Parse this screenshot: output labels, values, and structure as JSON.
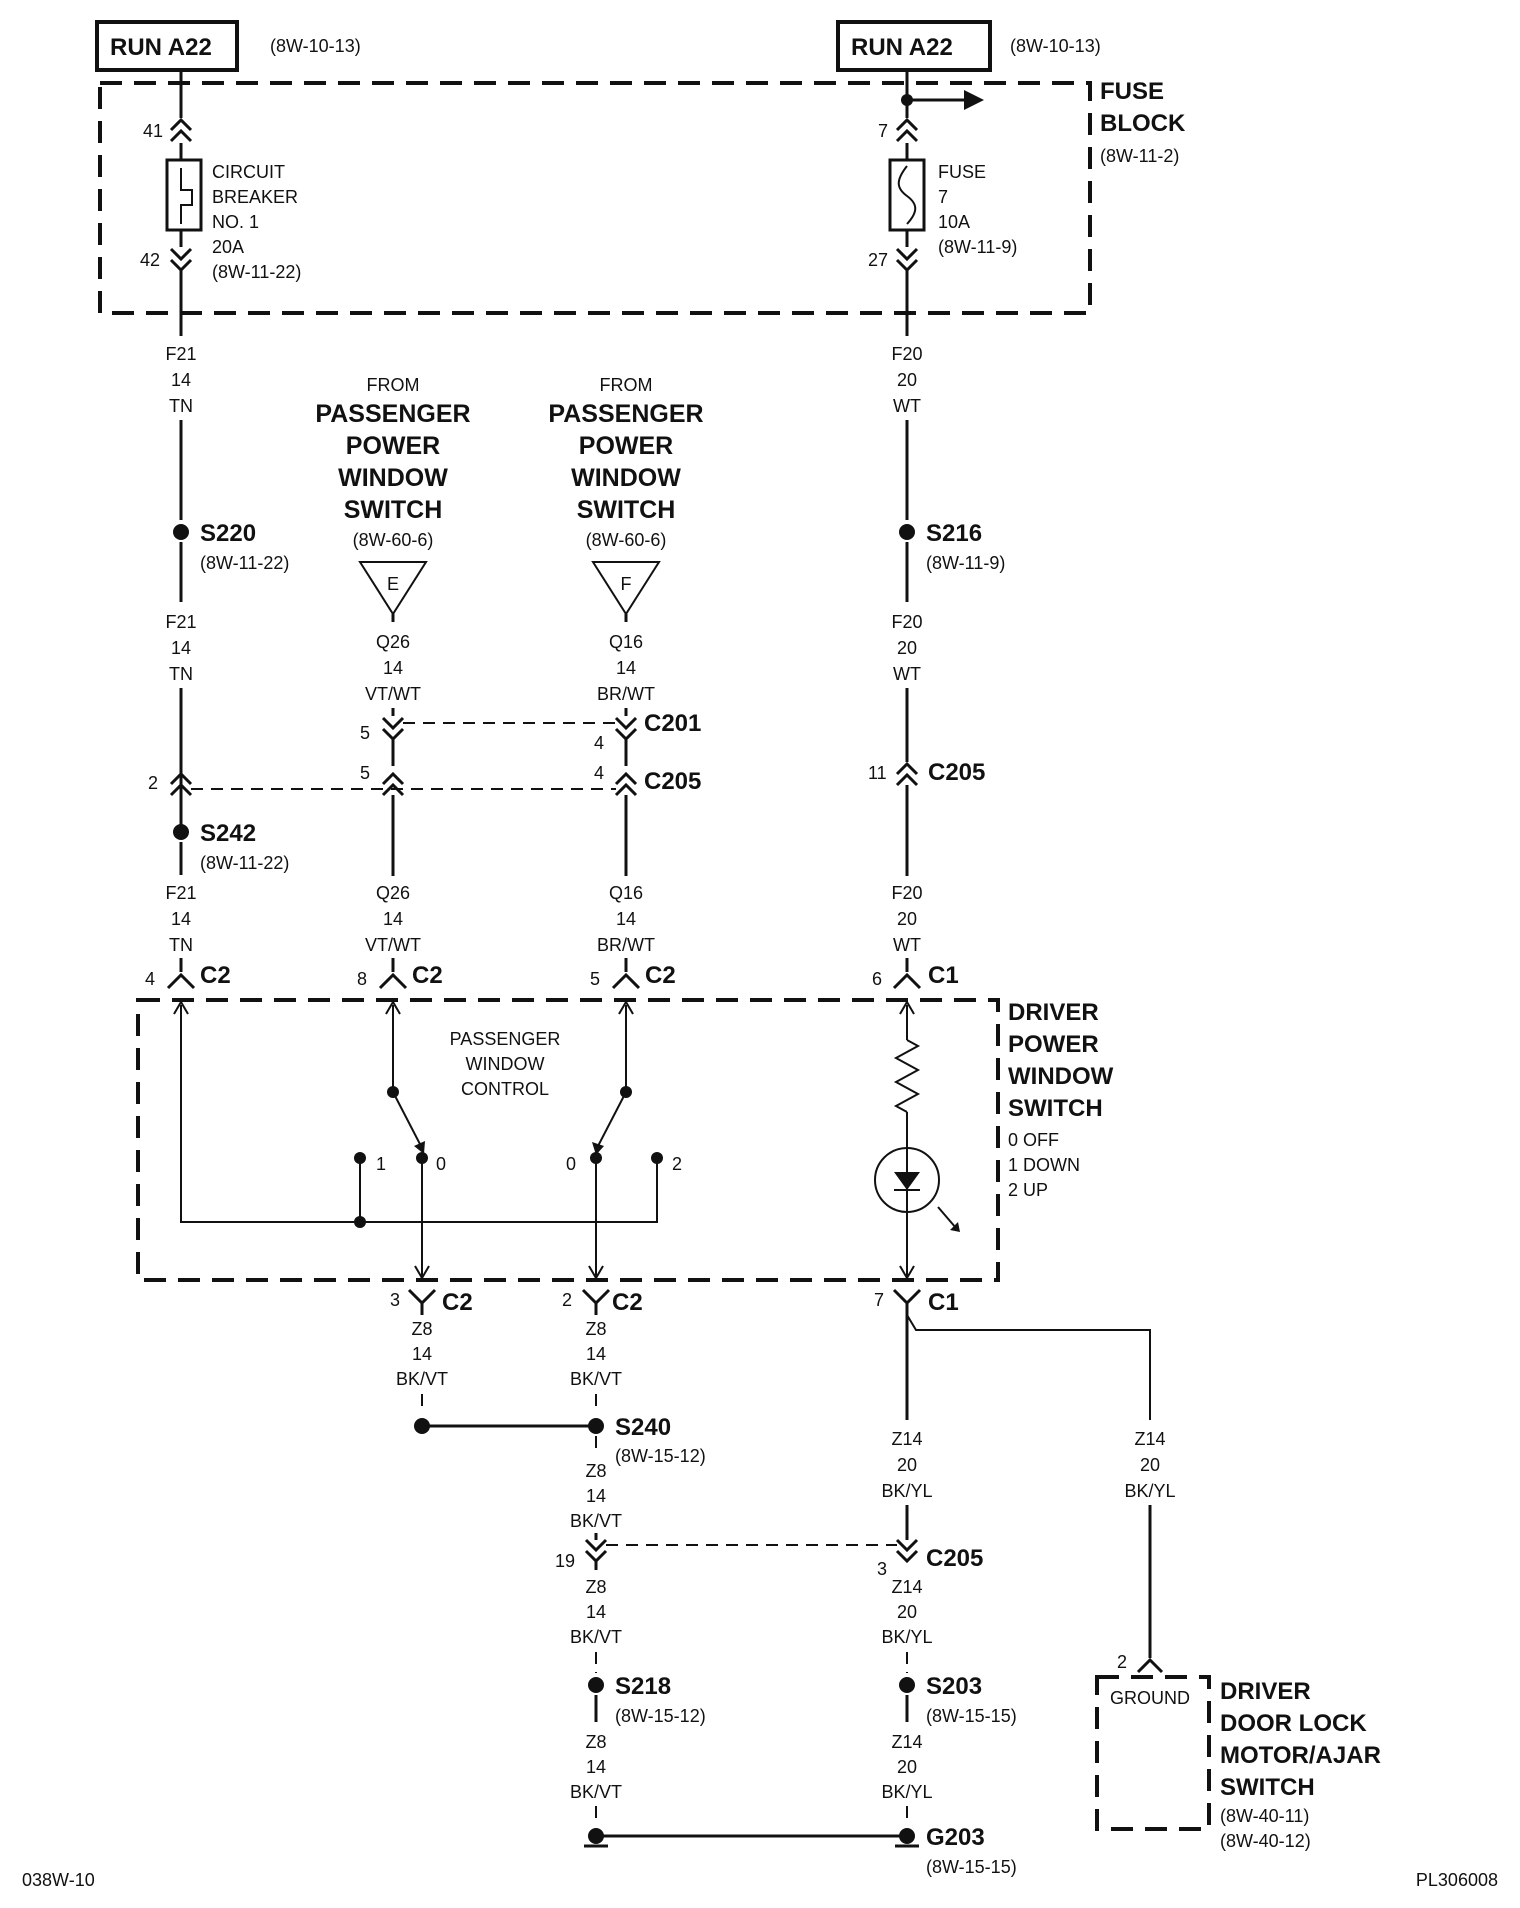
{
  "page": {
    "footer_left": "038W-10",
    "footer_right": "PL306008"
  },
  "power_sources": [
    {
      "label": "RUN A22",
      "ref": "(8W-10-13)"
    },
    {
      "label": "RUN A22",
      "ref": "(8W-10-13)"
    }
  ],
  "fuse_block": {
    "title_line1": "FUSE",
    "title_line2": "BLOCK",
    "ref": "(8W-11-2)",
    "breaker": {
      "pin_in": "41",
      "pin_out": "42",
      "line1": "CIRCUIT",
      "line2": "BREAKER",
      "line3": "NO. 1",
      "line4": "20A",
      "line5": "(8W-11-22)"
    },
    "fuse": {
      "pin_in": "7",
      "pin_out": "27",
      "line1": "FUSE",
      "line2": "7",
      "line3": "10A",
      "line4": "(8W-11-9)"
    }
  },
  "wires": {
    "f21_a": [
      "F21",
      "14",
      "TN"
    ],
    "f21_b": [
      "F21",
      "14",
      "TN"
    ],
    "f21_c": [
      "F21",
      "14",
      "TN"
    ],
    "f20_a": [
      "F20",
      "20",
      "WT"
    ],
    "f20_b": [
      "F20",
      "20",
      "WT"
    ],
    "f20_c": [
      "F20",
      "20",
      "WT"
    ],
    "q26_a": [
      "Q26",
      "14",
      "VT/WT"
    ],
    "q26_b": [
      "Q26",
      "14",
      "VT/WT"
    ],
    "q16_a": [
      "Q16",
      "14",
      "BR/WT"
    ],
    "q16_b": [
      "Q16",
      "14",
      "BR/WT"
    ],
    "z8_a": [
      "Z8",
      "14",
      "BK/VT"
    ],
    "z8_b": [
      "Z8",
      "14",
      "BK/VT"
    ],
    "z8_c": [
      "Z8",
      "14",
      "BK/VT"
    ],
    "z8_d": [
      "Z8",
      "14",
      "BK/VT"
    ],
    "z8_e": [
      "Z8",
      "14",
      "BK/VT"
    ],
    "z14_a": [
      "Z14",
      "20",
      "BK/YL"
    ],
    "z14_b": [
      "Z14",
      "20",
      "BK/YL"
    ],
    "z14_c": [
      "Z14",
      "20",
      "BK/YL"
    ],
    "z14_d": [
      "Z14",
      "20",
      "BK/YL"
    ]
  },
  "from_blocks": [
    {
      "from": "FROM",
      "l1": "PASSENGER",
      "l2": "POWER",
      "l3": "WINDOW",
      "l4": "SWITCH",
      "ref": "(8W-60-6)",
      "tag": "E"
    },
    {
      "from": "FROM",
      "l1": "PASSENGER",
      "l2": "POWER",
      "l3": "WINDOW",
      "l4": "SWITCH",
      "ref": "(8W-60-6)",
      "tag": "F"
    }
  ],
  "splices": {
    "s220": {
      "name": "S220",
      "ref": "(8W-11-22)"
    },
    "s216": {
      "name": "S216",
      "ref": "(8W-11-9)"
    },
    "s242": {
      "name": "S242",
      "ref": "(8W-11-22)"
    },
    "s240": {
      "name": "S240",
      "ref": "(8W-15-12)"
    },
    "s218": {
      "name": "S218",
      "ref": "(8W-15-12)"
    },
    "s203": {
      "name": "S203",
      "ref": "(8W-15-15)"
    },
    "g203": {
      "name": "G203",
      "ref": "(8W-15-15)"
    }
  },
  "connectors": {
    "c201": {
      "name": "C201",
      "pin_left": "5",
      "pin_right": "4"
    },
    "c205_top": {
      "name": "C205",
      "pin_a": "2",
      "pin_b": "5",
      "pin_c": "4"
    },
    "c205_right": {
      "name": "C205",
      "pin": "11"
    },
    "c2_top": [
      {
        "pin": "4",
        "name": "C2"
      },
      {
        "pin": "8",
        "name": "C2"
      },
      {
        "pin": "5",
        "name": "C2"
      }
    ],
    "c1_top": {
      "pin": "6",
      "name": "C1"
    },
    "c2_bottom": [
      {
        "pin": "3",
        "name": "C2"
      },
      {
        "pin": "2",
        "name": "C2"
      }
    ],
    "c1_bottom": {
      "pin": "7",
      "name": "C1"
    },
    "c205_bottom": {
      "name": "C205",
      "pin_left": "19",
      "pin_right": "3"
    }
  },
  "driver_switch": {
    "l1": "DRIVER",
    "l2": "POWER",
    "l3": "WINDOW",
    "l4": "SWITCH",
    "pos0": "0 OFF",
    "pos1": "1 DOWN",
    "pos2": "2 UP",
    "ctrl1": "PASSENGER",
    "ctrl2": "WINDOW",
    "ctrl3": "CONTROL",
    "p_left1": "1",
    "p_left0": "0",
    "p_right0": "0",
    "p_right2": "2"
  },
  "door_lock": {
    "pin": "2",
    "ground": "GROUND",
    "l1": "DRIVER",
    "l2": "DOOR LOCK",
    "l3": "MOTOR/AJAR",
    "l4": "SWITCH",
    "ref1": "(8W-40-11)",
    "ref2": "(8W-40-12)"
  }
}
